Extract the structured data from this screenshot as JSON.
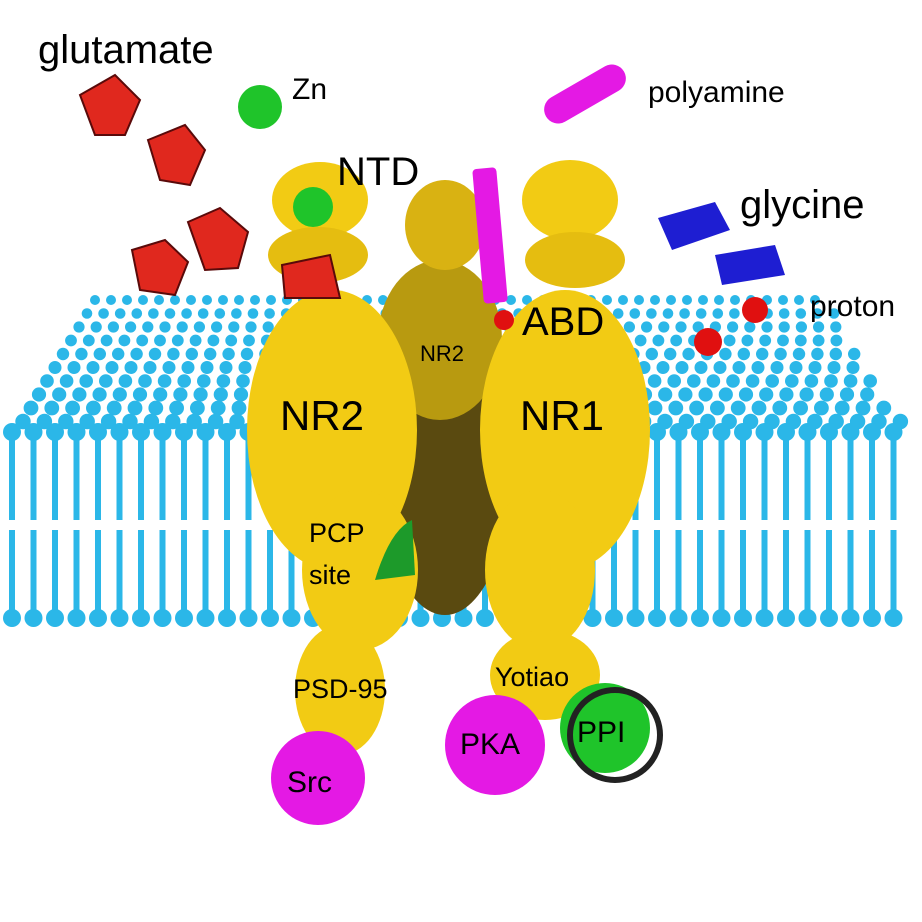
{
  "title": "NMDA receptor diagram",
  "labels": {
    "glutamate": "glutamate",
    "zn": "Zn",
    "polyamine": "polyamine",
    "ntd": "NTD",
    "glycine": "glycine",
    "proton": "proton",
    "abd": "ABD",
    "nr2_back": "NR2",
    "nr2": "NR2",
    "nr1": "NR1",
    "pcp_line1": "PCP",
    "pcp_line2": "site",
    "psd95": "PSD-95",
    "yotiao": "Yotiao",
    "pka": "PKA",
    "ppi": "PPI",
    "src": "Src"
  },
  "colors": {
    "lipid": "#2bb7e8",
    "subunit": "#f2cb14",
    "glutamate": "#e0281e",
    "glycine": "#1e1ed2",
    "zinc": "#1fc42a",
    "polyamine": "#e419e4",
    "proton": "#e01010"
  }
}
